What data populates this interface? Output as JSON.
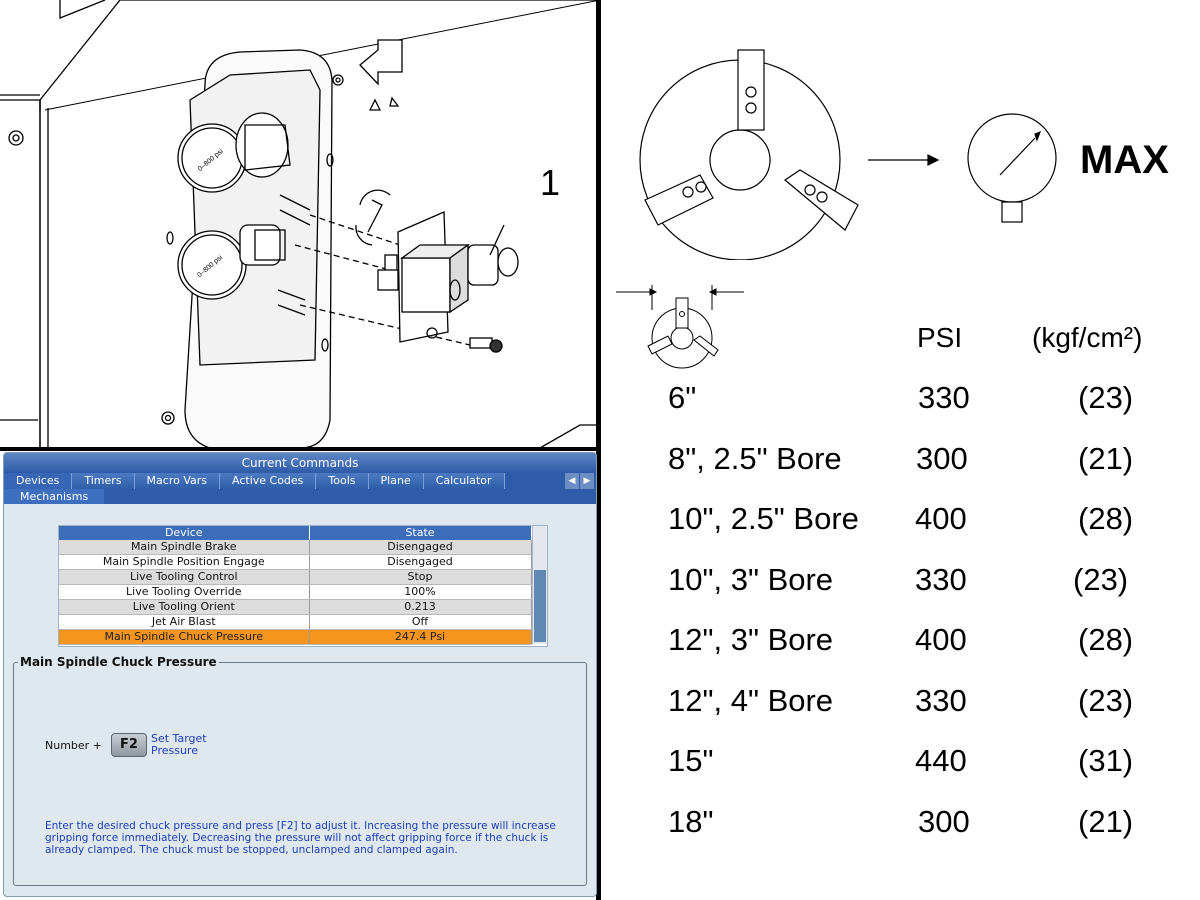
{
  "illustration": {
    "callout_number": "1",
    "gauge_upper_text": "0–800 psi",
    "gauge_lower_text": "0–800 psi"
  },
  "control_panel": {
    "title": "Current Commands",
    "tabs": [
      "Devices",
      "Timers",
      "Macro Vars",
      "Active Codes",
      "Tools",
      "Plane",
      "Calculator"
    ],
    "active_tab": "Devices",
    "subtabs": [
      "Mechanisms"
    ],
    "table": {
      "columns": [
        "Device",
        "State"
      ],
      "rows": [
        [
          "Main Spindle Brake",
          "Disengaged"
        ],
        [
          "Main Spindle Position Engage",
          "Disengaged"
        ],
        [
          "Live Tooling Control",
          "Stop"
        ],
        [
          "Live Tooling Override",
          "100%"
        ],
        [
          "Live Tooling Orient",
          "0.213"
        ],
        [
          "Jet Air Blast",
          "Off"
        ],
        [
          "Main Spindle Chuck Pressure",
          "247.4 Psi"
        ]
      ],
      "selected_row": 6
    },
    "detail": {
      "title": "Main Spindle Chuck Pressure",
      "number_label": "Number +",
      "key_label": "F2",
      "key_action": "Set Target Pressure",
      "help_text": "Enter the desired chuck pressure and press [F2] to adjust it.  Increasing the pressure will increase gripping force immediately.  Decreasing the pressure will not affect gripping force if the chuck is already clamped.  The chuck must be stopped, unclamped and clamped again."
    }
  },
  "pressure_chart": {
    "max_label": "MAX",
    "header_psi": "PSI",
    "header_kgf": "(kgf/cm²)",
    "rows": [
      {
        "size": "6\"",
        "psi": "330",
        "kgf": "(23)"
      },
      {
        "size": "8\", 2.5\" Bore",
        "psi": "300",
        "kgf": "(21)"
      },
      {
        "size": "10\", 2.5\" Bore",
        "psi": "400",
        "kgf": "(28)"
      },
      {
        "size": "10\", 3\" Bore",
        "psi": "330",
        "kgf": "(23)"
      },
      {
        "size": "12\", 3\" Bore",
        "psi": "400",
        "kgf": "(28)"
      },
      {
        "size": "12\", 4\" Bore",
        "psi": "330",
        "kgf": "(23)"
      },
      {
        "size": "15\"",
        "psi": "440",
        "kgf": "(31)"
      },
      {
        "size": "18\"",
        "psi": "300",
        "kgf": "(21)"
      }
    ]
  }
}
